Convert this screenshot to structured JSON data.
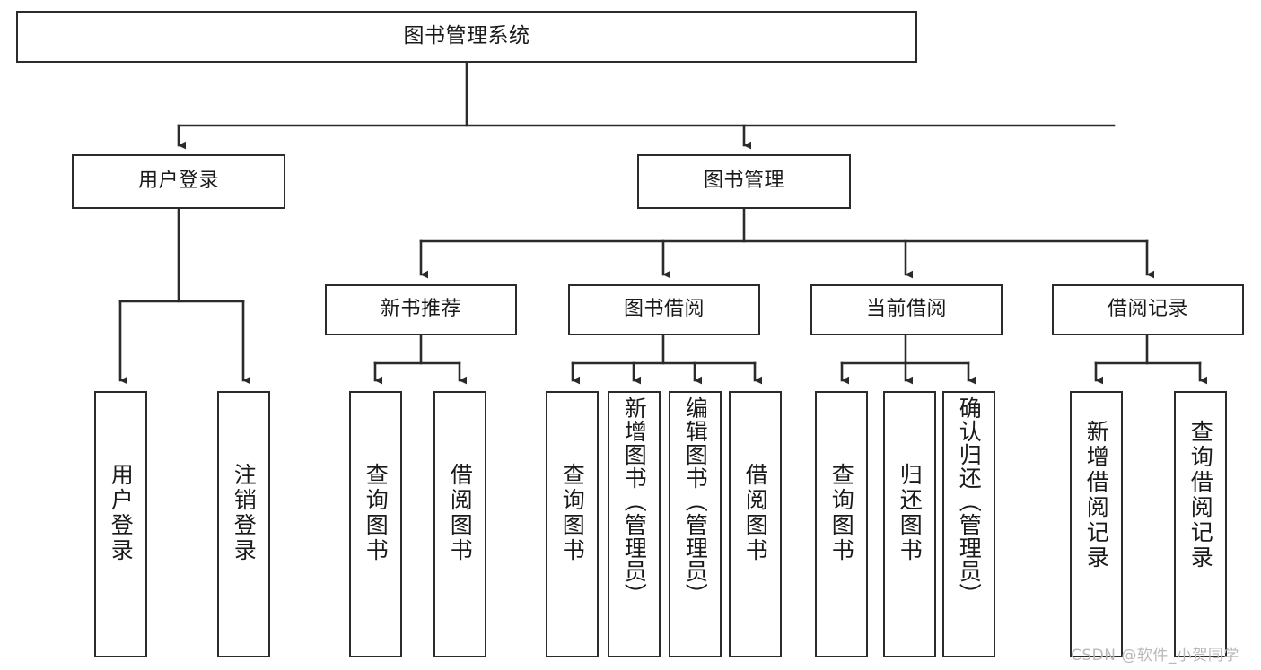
{
  "diagram": {
    "title": "图书管理系统",
    "type": "tree",
    "style": {
      "background": "#ffffff",
      "node_fill": "#ffffff",
      "node_stroke": "#2b2b2b",
      "edge_color": "#2b2b2b",
      "text_color": "#1a1a1a",
      "watermark_color": "#b9b9b9"
    },
    "levels": {
      "root": [
        "图书管理系统"
      ],
      "level2": [
        "用户登录",
        "图书管理"
      ],
      "level3": [
        "新书推荐",
        "图书借阅",
        "当前借阅",
        "借阅记录"
      ],
      "leaves": [
        "用户登录",
        "注销登录",
        "查询图书",
        "借阅图书",
        "查询图书",
        "新增图书（管理员）",
        "编辑图书（管理员）",
        "借阅图书",
        "查询图书",
        "归还图书",
        "确认归还（管理员）",
        "新增借阅记录",
        "查询借阅记录"
      ]
    }
  },
  "nodes": {
    "root": {
      "label": "图书管理系统"
    },
    "user_login": {
      "label": "用户登录"
    },
    "book_mgmt": {
      "label": "图书管理"
    },
    "new_book_rec": {
      "label": "新书推荐"
    },
    "book_borrow": {
      "label": "图书借阅"
    },
    "current_borrow": {
      "label": "当前借阅"
    },
    "borrow_record": {
      "label": "借阅记录"
    },
    "leaf_user_login": {
      "label": "用户登录"
    },
    "leaf_logout": {
      "label": "注销登录"
    },
    "leaf_query_book_a": {
      "label": "查询图书"
    },
    "leaf_borrow_book_a": {
      "label": "借阅图书"
    },
    "leaf_query_book_b": {
      "label": "查询图书"
    },
    "leaf_add_book_admin": {
      "label": "新增图书（管理员）"
    },
    "leaf_edit_book_admin": {
      "label": "编辑图书（管理员）"
    },
    "leaf_borrow_book_b": {
      "label": "借阅图书"
    },
    "leaf_query_book_c": {
      "label": "查询图书"
    },
    "leaf_return_book": {
      "label": "归还图书"
    },
    "leaf_confirm_return_admin": {
      "label": "确认归还（管理员）"
    },
    "leaf_add_record": {
      "label": "新增借阅记录"
    },
    "leaf_query_record": {
      "label": "查询借阅记录"
    }
  },
  "watermark": {
    "text": "CSDN @软件_小贺同学"
  }
}
